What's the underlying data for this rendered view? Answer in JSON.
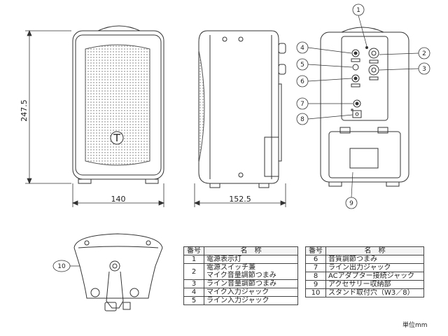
{
  "dimensions": {
    "height": "247.5",
    "front_width": "140",
    "side_depth": "152.5"
  },
  "callouts": [
    "1",
    "2",
    "3",
    "4",
    "5",
    "6",
    "7",
    "8",
    "9",
    "10"
  ],
  "table": {
    "header_number": "番号",
    "header_name": "名　称",
    "left_rows": [
      {
        "num": "1",
        "name": "電源表示灯"
      },
      {
        "num": "2",
        "name": "電源スイッチ兼",
        "name2": "マイク音量調節つまみ"
      },
      {
        "num": "3",
        "name": "ライン音量調節つまみ"
      },
      {
        "num": "4",
        "name": "マイク入力ジャック"
      },
      {
        "num": "5",
        "name": "ライン入力ジャック"
      }
    ],
    "right_rows": [
      {
        "num": "6",
        "name": "音質調節つまみ"
      },
      {
        "num": "7",
        "name": "ライン出力ジャック"
      },
      {
        "num": "8",
        "name": "ACアダプター接続ジャック"
      },
      {
        "num": "9",
        "name": "アクセサリー収納部"
      },
      {
        "num": "10",
        "name": "スタンド取付穴（W3／8）"
      }
    ]
  },
  "unit_label": "単位mm"
}
